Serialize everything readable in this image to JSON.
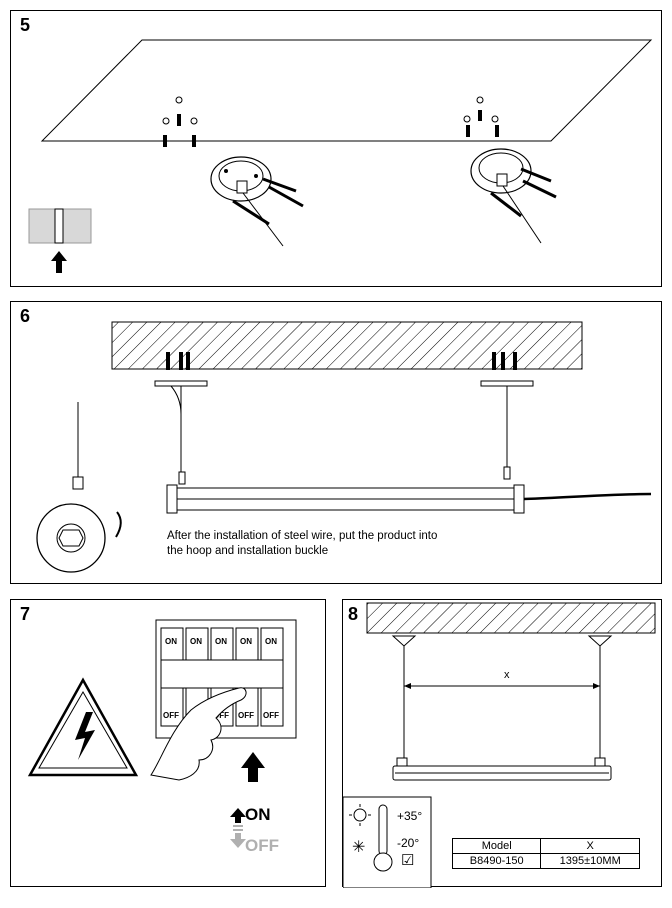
{
  "steps": {
    "s5": {
      "number": "5"
    },
    "s6": {
      "number": "6",
      "caption_line1": "After the installation of steel wire, put the product into",
      "caption_line2": "the hoop and installation buckle"
    },
    "s7": {
      "number": "7",
      "on": "ON",
      "off": "OFF",
      "switch_label_on": "ON",
      "switch_label_off": "OFF"
    },
    "s8": {
      "number": "8",
      "dimension": "x",
      "temp_high": "+35°",
      "temp_low": "-20°",
      "table": {
        "headers": [
          "Model",
          "X"
        ],
        "rows": [
          [
            "B8490-150",
            "1395±10MM"
          ]
        ]
      }
    }
  },
  "colors": {
    "line": "#000000",
    "off_grey": "#b0b0b0",
    "concrete": "#d8d8d8"
  }
}
